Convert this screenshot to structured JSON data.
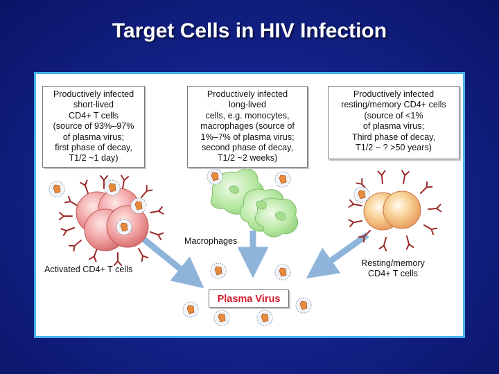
{
  "title": "Target Cells in HIV Infection",
  "boxes": {
    "short_lived": {
      "lines": [
        "Productively infected",
        "short-lived",
        "CD4+ T cells",
        "(source of 93%–97%",
        "of plasma virus;",
        "first phase of decay,",
        "T1/2 ~1 day)"
      ]
    },
    "long_lived": {
      "lines": [
        "Productively infected",
        "long-lived",
        "cells, e.g. monocytes,",
        "macrophages (source of",
        "1%–7% of plasma virus;",
        "second phase of decay,",
        "T1/2 ~2 weeks)"
      ]
    },
    "resting_memory": {
      "lines": [
        "Productively infected",
        "resting/memory CD4+ cells",
        "(source of <1%",
        "of plasma virus;",
        "Third phase of decay,",
        "T1/2 ~ ? >50 years)"
      ]
    }
  },
  "labels": {
    "macrophages": "Macrophages",
    "activated_cd4": "Activated CD4+ T cells",
    "resting_line1": "Resting/memory",
    "resting_line2": "CD4+ T cells",
    "plasma_virus": "Plasma Virus"
  },
  "colors": {
    "background": "#13238a",
    "panel_border": "#47b3f0",
    "plasma_virus_text": "#d01c2c",
    "t_cell_fill": "#f1a3a3",
    "resting_cell_fill": "#f6c67e",
    "macrophage_fill": "#b9e8a5",
    "receptor": "#9b2a2a",
    "arrow": "#8fb4da",
    "virion_core": "#e88a3c"
  }
}
